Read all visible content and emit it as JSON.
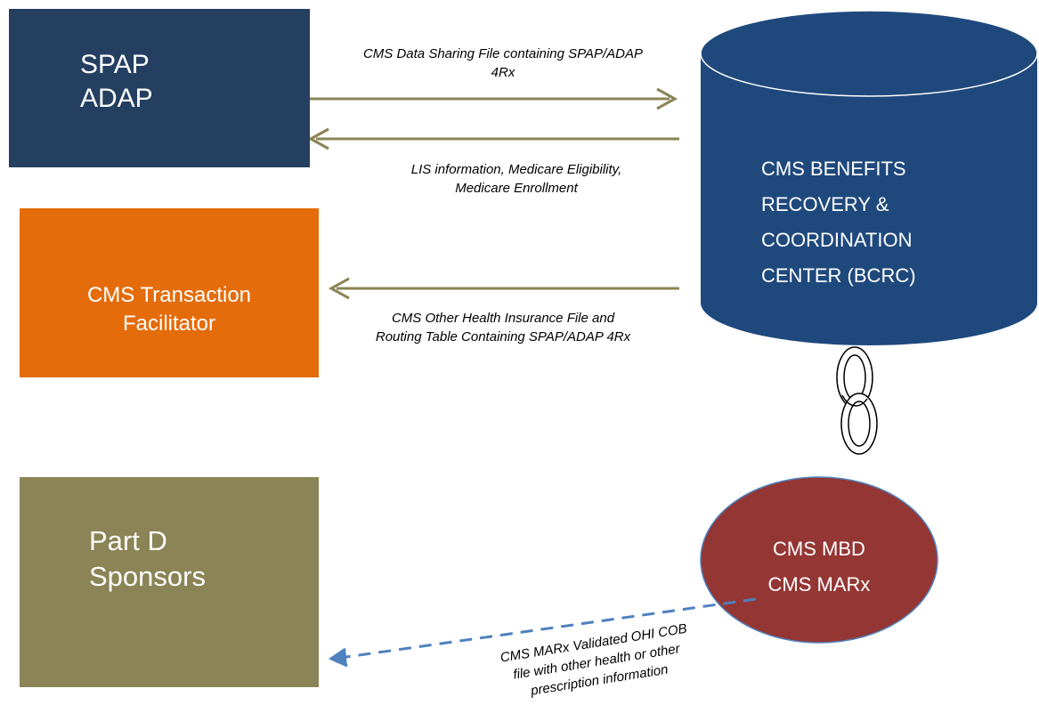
{
  "boxes": {
    "spap": {
      "text": "SPAP\nADAP",
      "color": "#243f60"
    },
    "transaction_facilitator": {
      "text": "CMS Transaction\nFacilitator",
      "color": "#e46c0a"
    },
    "part_d": {
      "text": "Part D\nSponsors",
      "color": "#8b8456"
    }
  },
  "bcrc": {
    "text": "CMS BENEFITS\nRECOVERY &\nCOORDINATION\nCENTER  (BCRC)",
    "color": "#1f497d"
  },
  "marx": {
    "text": "CMS MBD\nCMS MARx",
    "color": "#943634"
  },
  "arrows": {
    "data_sharing": {
      "label": "CMS Data Sharing File  containing SPAP/ADAP\n4Rx",
      "color": "#8b8456"
    },
    "lis_info": {
      "label": "LIS information,  Medicare Eligibility,\nMedicare Enrollment",
      "color": "#8b8456"
    },
    "ohi_file": {
      "label": "CMS Other Health Insurance  File  and\nRouting Table Containing  SPAP/ADAP  4Rx",
      "color": "#8b8456"
    },
    "marx_file": {
      "label": "CMS MARx Validated OHI COB\nfile with other health or other\nprescription information",
      "color": "#4f81bd"
    }
  }
}
